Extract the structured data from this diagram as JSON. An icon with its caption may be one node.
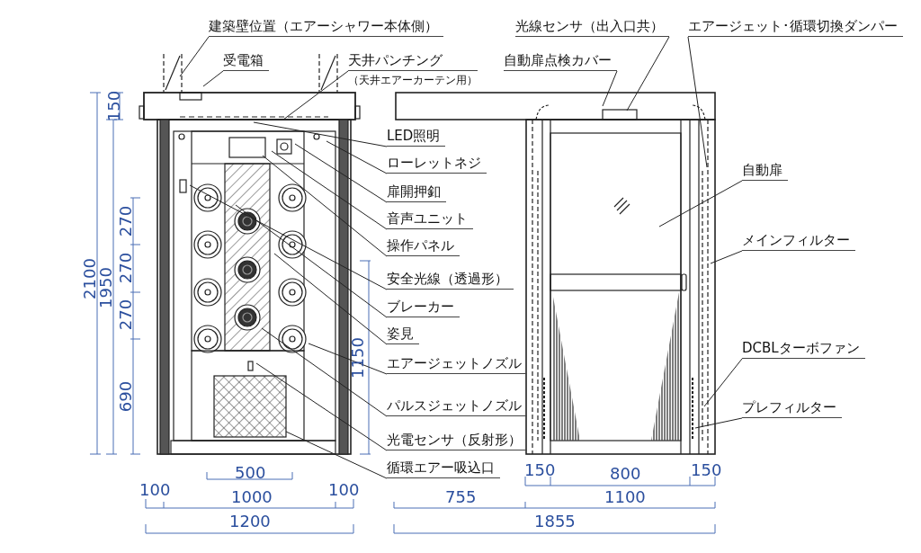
{
  "diagram": {
    "nodes": [
      {
        "text": [
          "建築壁位置（エアーシャワー本体側）"
        ]
      },
      {
        "text": [
          "受電箱"
        ]
      },
      {
        "text": [
          "天井パンチング",
          "（天井エアーカーテン用）"
        ]
      },
      {
        "text": [
          "LED照明"
        ]
      },
      {
        "text": [
          "ローレットネジ"
        ]
      },
      {
        "text": [
          "扉開押釦"
        ]
      },
      {
        "text": [
          "音声ユニット"
        ]
      },
      {
        "text": [
          "操作パネル"
        ]
      },
      {
        "text": [
          "安全光線（透過形）"
        ]
      },
      {
        "text": [
          "ブレーカー"
        ]
      },
      {
        "text": [
          "姿見"
        ]
      },
      {
        "text": [
          "エアージェットノズル"
        ]
      },
      {
        "text": [
          "パルスジェットノズル"
        ]
      },
      {
        "text": [
          "光電センサ（反射形）"
        ]
      },
      {
        "text": [
          "循環エアー吸込口"
        ]
      },
      {
        "text": [
          "光線センサ（出入口共）"
        ]
      },
      {
        "text": [
          "自動扉点検カバー"
        ]
      },
      {
        "text": [
          "エアージェット･循環切換ダンパー"
        ]
      },
      {
        "text": [
          "自動扉"
        ]
      },
      {
        "text": [
          "メインフィルター"
        ]
      },
      {
        "text": [
          "DCBLターボファン"
        ]
      },
      {
        "text": [
          "プレフィルター"
        ]
      }
    ],
    "edges": [
      {
        "from": 0,
        "to": null,
        "arrow": "none"
      },
      {
        "from": 1,
        "to": null,
        "arrow": "none"
      },
      {
        "from": 2,
        "to": null,
        "arrow": "none"
      },
      {
        "from": 3,
        "to": null,
        "arrow": "none"
      },
      {
        "from": 4,
        "to": null,
        "arrow": "none"
      },
      {
        "from": 5,
        "to": null,
        "arrow": "none"
      },
      {
        "from": 6,
        "to": null,
        "arrow": "none"
      },
      {
        "from": 7,
        "to": null,
        "arrow": "none"
      },
      {
        "from": 8,
        "to": null,
        "arrow": "none"
      },
      {
        "from": 9,
        "to": null,
        "arrow": "none"
      },
      {
        "from": 10,
        "to": null,
        "arrow": "none"
      },
      {
        "from": 11,
        "to": null,
        "arrow": "none"
      },
      {
        "from": 12,
        "to": null,
        "arrow": "none"
      },
      {
        "from": 13,
        "to": null,
        "arrow": "none"
      },
      {
        "from": 14,
        "to": null,
        "arrow": "none"
      },
      {
        "from": 15,
        "to": null,
        "arrow": "none"
      },
      {
        "from": 16,
        "to": null,
        "arrow": "none"
      },
      {
        "from": 17,
        "to": null,
        "arrow": "none"
      },
      {
        "from": 18,
        "to": null,
        "arrow": "none"
      },
      {
        "from": 19,
        "to": null,
        "arrow": "none"
      },
      {
        "from": 20,
        "to": null,
        "arrow": "none"
      },
      {
        "from": 21,
        "to": null,
        "arrow": "none"
      }
    ],
    "labels": [
      "150",
      "2100",
      "1950",
      "270",
      "270",
      "270",
      "690",
      "1150",
      "500",
      "100",
      "1000",
      "100",
      "1200",
      "150",
      "800",
      "150",
      "755",
      "1100",
      "1855"
    ]
  }
}
